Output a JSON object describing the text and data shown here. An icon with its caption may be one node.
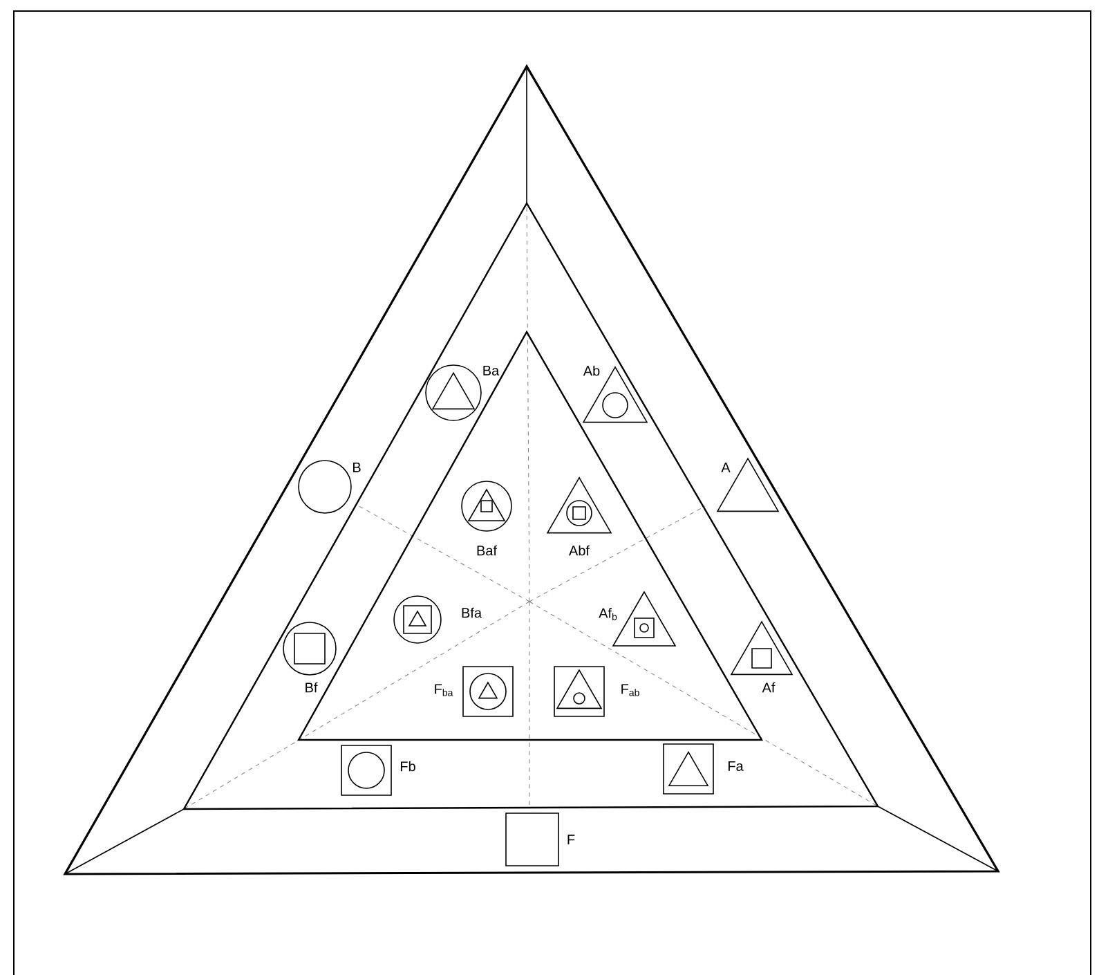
{
  "diagram": {
    "labels": [
      "Ba",
      "Ab",
      "B",
      "A",
      "Baf",
      "Abf",
      "Bfa",
      "Af$_{b}$",
      "Bf",
      "F$_{ba}$",
      "F$_{ab}$",
      "Af",
      "Fb",
      "Fa",
      "F"
    ]
  }
}
